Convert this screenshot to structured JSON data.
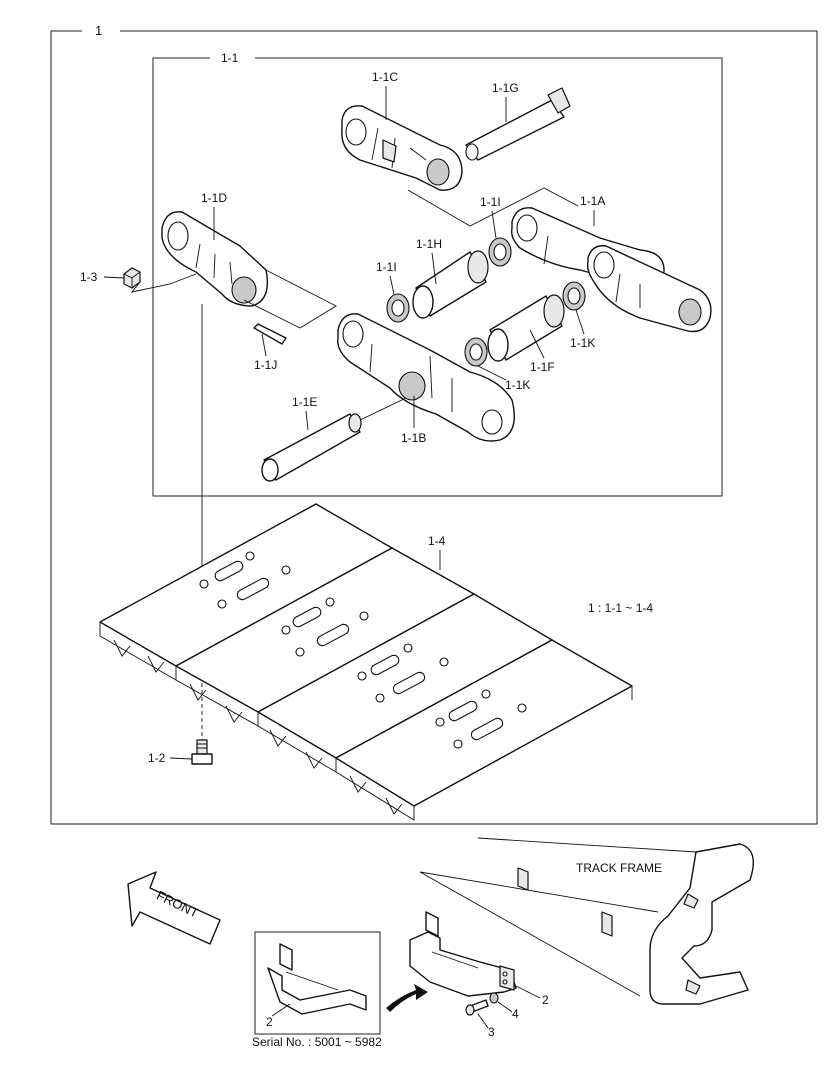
{
  "main_frame": {
    "label": "1"
  },
  "inner_frame": {
    "label": "1-1"
  },
  "callouts": {
    "link_c": "1-1C",
    "pin_g": "1-1G",
    "link_d": "1-1D",
    "seal_i_top": "1-1I",
    "link_a": "1-1A",
    "bushing_h": "1-1H",
    "nut_3": "1-3",
    "seal_i_left": "1-1I",
    "seal_k_right": "1-1K",
    "bushing_f": "1-1F",
    "pin_j": "1-1J",
    "seal_k_center": "1-1K",
    "pin_e": "1-1E",
    "link_b": "1-1B",
    "shoe_4": "1-4",
    "bolt_2": "1-2"
  },
  "assembly_note": "1 : 1-1 ~ 1-4",
  "track_frame_label": "TRACK FRAME",
  "front_label": "FRONT",
  "guard": {
    "inset_part": "2",
    "serial": "Serial No. : 5001 ~ 5982",
    "part_guard": "2",
    "part_washer": "4",
    "part_bolt": "3"
  }
}
